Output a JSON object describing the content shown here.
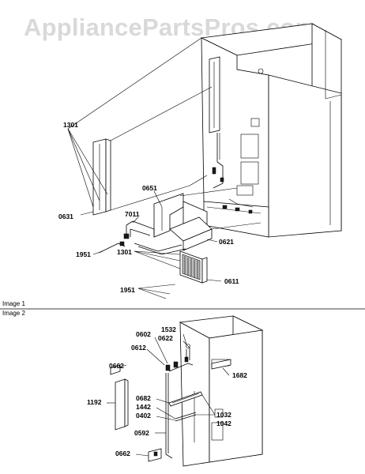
{
  "watermark": "AppliancePartsPros.com",
  "sections": {
    "image1": "Image 1",
    "image2": "Image 2"
  },
  "labels": {
    "p1301_top": "1301",
    "p0631": "0631",
    "p0651": "0651",
    "p7011": "7011",
    "p1951_left": "1951",
    "p0621": "0621",
    "p1301_mid": "1301",
    "p0611": "0611",
    "p1951_bottom": "1951",
    "p0602": "0602",
    "p1532": "1532",
    "p0612": "0612",
    "p0622": "0622",
    "p0662_top": "0662",
    "p1192": "1192",
    "p1682": "1682",
    "p0682": "0682",
    "p1442": "1442",
    "p0402": "0402",
    "p1032": "1032",
    "p1042": "1042",
    "p0592": "0592",
    "p0662_bottom": "0662"
  }
}
